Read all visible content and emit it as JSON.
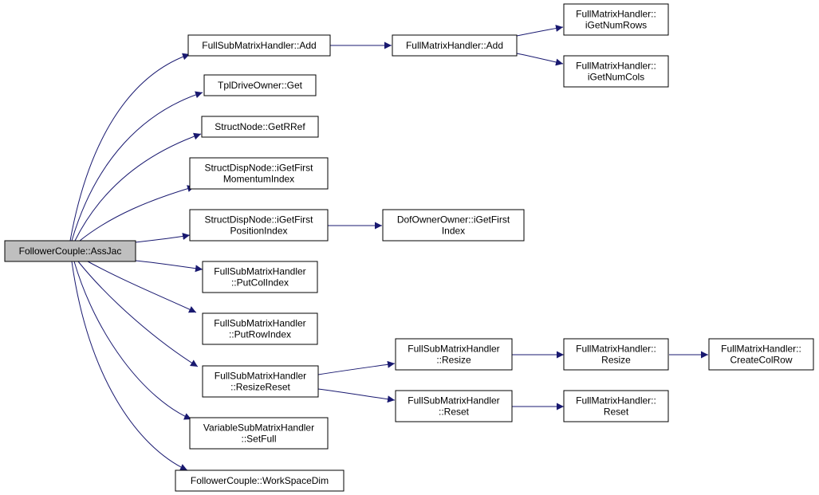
{
  "colors": {
    "edge": "#191970",
    "node_border": "#000000",
    "node_fill": "#ffffff",
    "root_fill": "#bfbfbf"
  },
  "nodes": {
    "root": {
      "lines": [
        "FollowerCouple::AssJac"
      ]
    },
    "fsmh_add": {
      "lines": [
        "FullSubMatrixHandler::Add"
      ]
    },
    "fmh_add": {
      "lines": [
        "FullMatrixHandler::Add"
      ]
    },
    "fmh_getnumrows": {
      "lines": [
        "FullMatrixHandler::",
        "iGetNumRows"
      ]
    },
    "fmh_getnumcols": {
      "lines": [
        "FullMatrixHandler::",
        "iGetNumCols"
      ]
    },
    "tpl_get": {
      "lines": [
        "TplDriveOwner::Get"
      ]
    },
    "sn_getrref": {
      "lines": [
        "StructNode::GetRRef"
      ]
    },
    "sdn_momentum": {
      "lines": [
        "StructDispNode::iGetFirst",
        "MomentumIndex"
      ]
    },
    "sdn_position": {
      "lines": [
        "StructDispNode::iGetFirst",
        "PositionIndex"
      ]
    },
    "doo_getfirst": {
      "lines": [
        "DofOwnerOwner::iGetFirst",
        "Index"
      ]
    },
    "fsmh_putcol": {
      "lines": [
        "FullSubMatrixHandler",
        "::PutColIndex"
      ]
    },
    "fsmh_putrow": {
      "lines": [
        "FullSubMatrixHandler",
        "::PutRowIndex"
      ]
    },
    "fsmh_resizereset": {
      "lines": [
        "FullSubMatrixHandler",
        "::ResizeReset"
      ]
    },
    "fsmh_resize": {
      "lines": [
        "FullSubMatrixHandler",
        "::Resize"
      ]
    },
    "fsmh_reset": {
      "lines": [
        "FullSubMatrixHandler",
        "::Reset"
      ]
    },
    "fmh_resize": {
      "lines": [
        "FullMatrixHandler::",
        "Resize"
      ]
    },
    "fmh_reset": {
      "lines": [
        "FullMatrixHandler::",
        "Reset"
      ]
    },
    "fmh_createcolrow": {
      "lines": [
        "FullMatrixHandler::",
        "CreateColRow"
      ]
    },
    "vsmh_setfull": {
      "lines": [
        "VariableSubMatrixHandler",
        "::SetFull"
      ]
    },
    "fc_workspacedim": {
      "lines": [
        "FollowerCouple::WorkSpaceDim"
      ]
    }
  },
  "edges": [
    {
      "from": "root",
      "to": "fsmh_add"
    },
    {
      "from": "root",
      "to": "tpl_get"
    },
    {
      "from": "root",
      "to": "sn_getrref"
    },
    {
      "from": "root",
      "to": "sdn_momentum"
    },
    {
      "from": "root",
      "to": "sdn_position"
    },
    {
      "from": "root",
      "to": "fsmh_putcol"
    },
    {
      "from": "root",
      "to": "fsmh_putrow"
    },
    {
      "from": "root",
      "to": "fsmh_resizereset"
    },
    {
      "from": "root",
      "to": "vsmh_setfull"
    },
    {
      "from": "root",
      "to": "fc_workspacedim"
    },
    {
      "from": "fsmh_add",
      "to": "fmh_add"
    },
    {
      "from": "fmh_add",
      "to": "fmh_getnumrows"
    },
    {
      "from": "fmh_add",
      "to": "fmh_getnumcols"
    },
    {
      "from": "sdn_position",
      "to": "doo_getfirst"
    },
    {
      "from": "fsmh_resizereset",
      "to": "fsmh_resize"
    },
    {
      "from": "fsmh_resizereset",
      "to": "fsmh_reset"
    },
    {
      "from": "fsmh_resize",
      "to": "fmh_resize"
    },
    {
      "from": "fsmh_reset",
      "to": "fmh_reset"
    },
    {
      "from": "fmh_resize",
      "to": "fmh_createcolrow"
    }
  ]
}
